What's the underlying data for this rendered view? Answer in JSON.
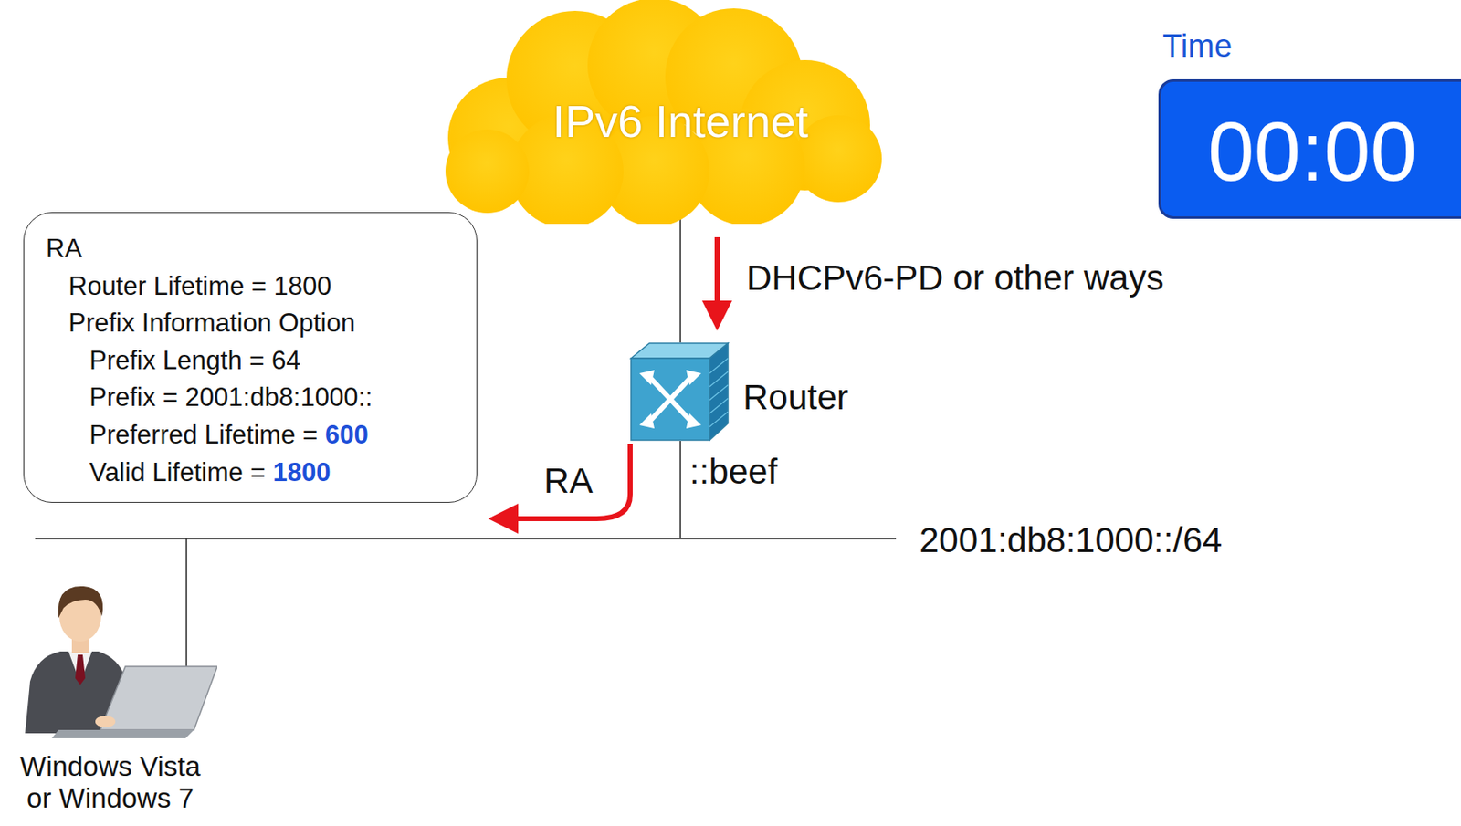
{
  "diagram": {
    "nodes": [
      {
        "text": [
          "IPv6 Internet"
        ]
      },
      {
        "text": [
          "Time",
          "00:00"
        ]
      },
      {
        "text": [
          "RA",
          "Router Lifetime = 1800",
          "Prefix Information Option",
          "Prefix Length = 64",
          "Prefix = 2001:db8:1000::",
          "Preferred Lifetime =",
          "600",
          "Valid Lifetime =",
          "1800"
        ]
      },
      {
        "text": [
          "Router"
        ]
      },
      {
        "text": [
          "Windows Vista or Windows 7"
        ]
      }
    ],
    "edges": [
      {
        "from": 0,
        "to": 3,
        "label": "DHCPv6-PD or other ways",
        "arrow": "to"
      },
      {
        "from": 3,
        "to": 2,
        "label": "RA",
        "arrow": "to"
      }
    ],
    "labels": [
      "::beef",
      "2001:db8:1000::/64"
    ]
  }
}
